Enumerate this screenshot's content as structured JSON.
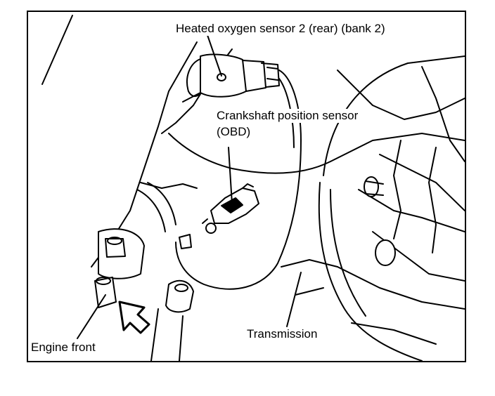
{
  "labels": {
    "oxygen_sensor": "Heated oxygen sensor 2 (rear) (bank 2)",
    "crankshaft_line1": "Crankshaft position sensor",
    "crankshaft_line2": "(OBD)",
    "transmission": "Transmission",
    "engine_front": "Engine front"
  }
}
